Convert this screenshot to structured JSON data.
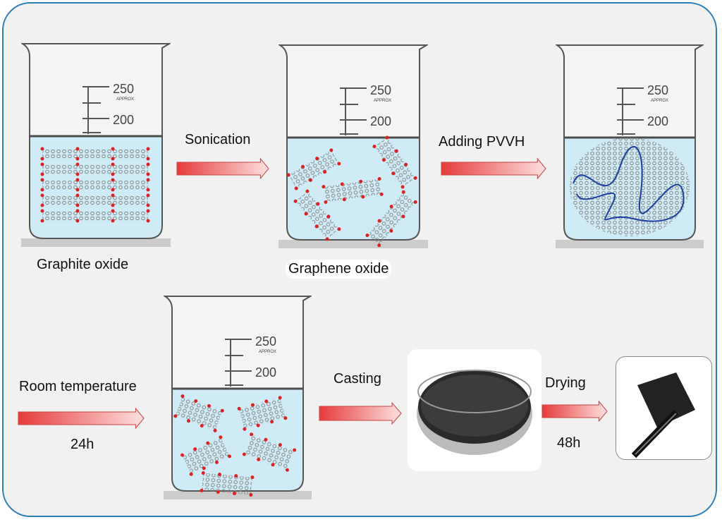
{
  "beaker_scale": {
    "mark_high": "250",
    "mark_low": "200",
    "approx": "APPROX"
  },
  "steps": {
    "graphite_oxide": "Graphite oxide",
    "sonication": "Sonication",
    "graphene_oxide": "Graphene oxide",
    "adding_pvvh": "Adding PVVH",
    "room_temperature": "Room temperature",
    "time_24h": "24h",
    "casting": "Casting",
    "drying": "Drying",
    "time_48h": "48h"
  },
  "colors": {
    "frame": "#2a7fb8",
    "liquid": "#bfe4f2",
    "arrow": "#e63b3b",
    "polymer": "#1f3fa0"
  }
}
